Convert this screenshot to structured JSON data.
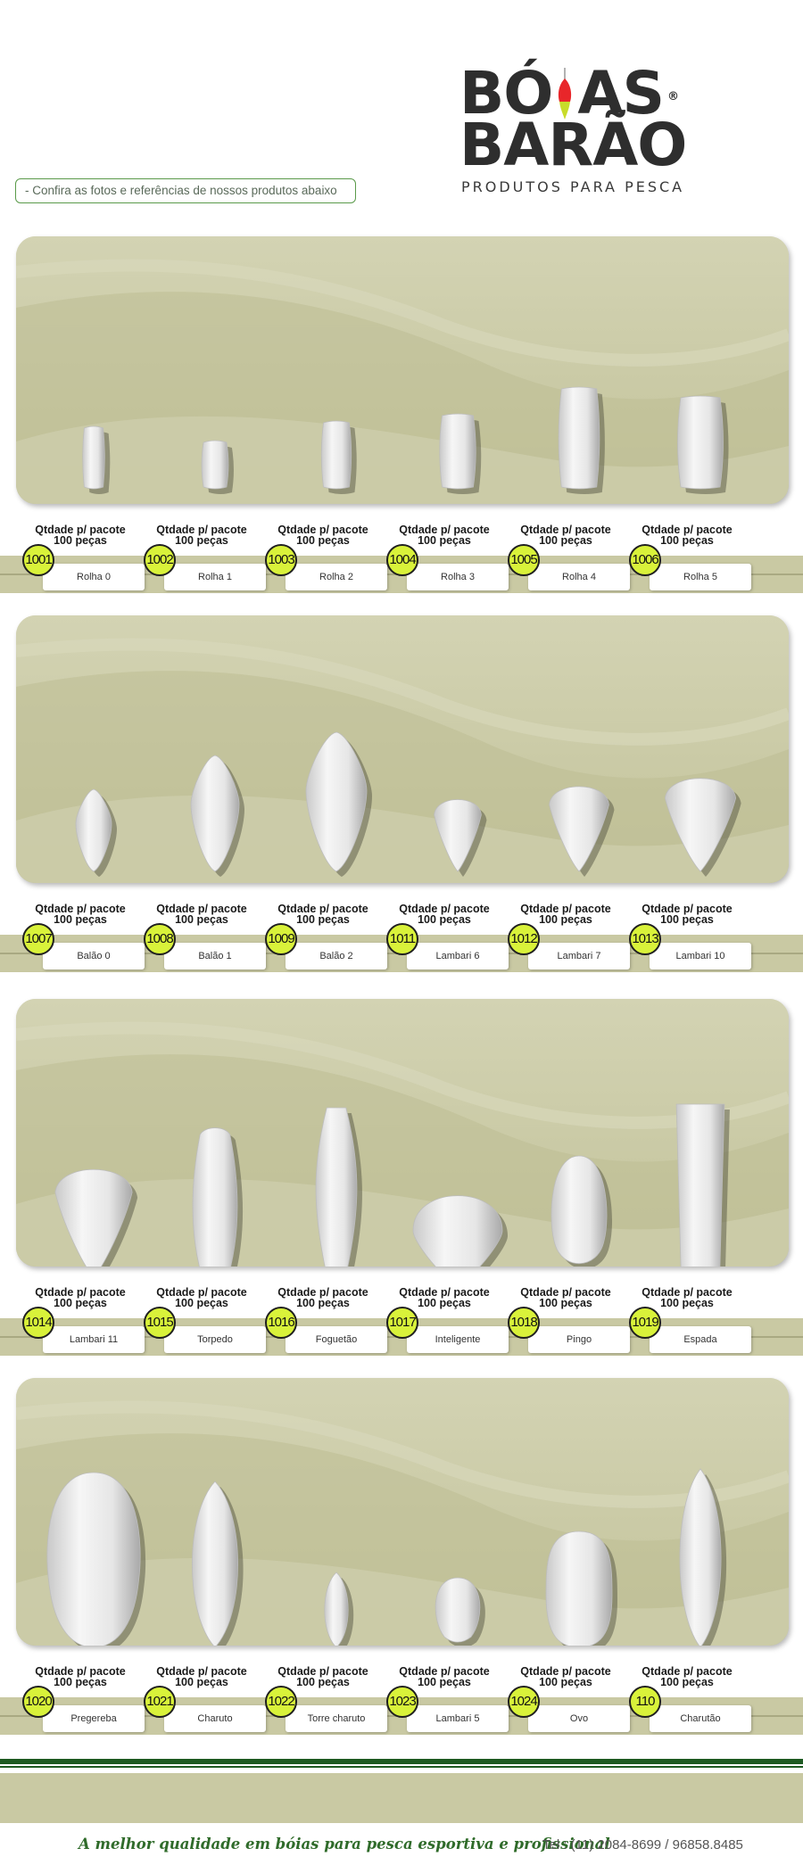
{
  "brand": {
    "line1_left": "BÓ",
    "line1_right": "AS",
    "line2": "BARÃO",
    "registered": "®",
    "tagline": "PRODUTOS PARA PESCA",
    "colors": {
      "text": "#2e2e2e",
      "float_red": "#e8262a",
      "float_yellow": "#c8dc2a"
    }
  },
  "intro_text": "- Confira as fotos e referências de nossos produtos abaixo",
  "colors": {
    "panel": "#c9c9a3",
    "code_badge": "#d9f23a",
    "footer_green": "#1e5a22"
  },
  "sections": [
    {
      "products": [
        {
          "code": "1001",
          "name": "Rolha 0",
          "qty_line1": "Qtdade p/ pacote",
          "qty_line2": "100 peças",
          "shape": "cylinder",
          "w": 28,
          "h": 74
        },
        {
          "code": "1002",
          "name": "Rolha 1",
          "qty_line1": "Qtdade p/ pacote",
          "qty_line2": "100 peças",
          "shape": "cylinder",
          "w": 34,
          "h": 58
        },
        {
          "code": "1003",
          "name": "Rolha 2",
          "qty_line1": "Qtdade p/ pacote",
          "qty_line2": "100 peças",
          "shape": "cylinder",
          "w": 38,
          "h": 80
        },
        {
          "code": "1004",
          "name": "Rolha 3",
          "qty_line1": "Qtdade p/ pacote",
          "qty_line2": "100 peças",
          "shape": "cylinder",
          "w": 46,
          "h": 88
        },
        {
          "code": "1005",
          "name": "Rolha 4",
          "qty_line1": "Qtdade p/ pacote",
          "qty_line2": "100 peças",
          "shape": "cylinder",
          "w": 52,
          "h": 118
        },
        {
          "code": "1006",
          "name": "Rolha 5",
          "qty_line1": "Qtdade p/ pacote",
          "qty_line2": "100 peças",
          "shape": "cylinder",
          "w": 58,
          "h": 108
        }
      ]
    },
    {
      "products": [
        {
          "code": "1007",
          "name": "Balão 0",
          "qty_line1": "Qtdade p/ pacote",
          "qty_line2": "100 peças",
          "shape": "bicone",
          "w": 40,
          "h": 92
        },
        {
          "code": "1008",
          "name": "Balão 1",
          "qty_line1": "Qtdade p/ pacote",
          "qty_line2": "100 peças",
          "shape": "bicone",
          "w": 54,
          "h": 130
        },
        {
          "code": "1009",
          "name": "Balão 2",
          "qty_line1": "Qtdade p/ pacote",
          "qty_line2": "100 peças",
          "shape": "bicone",
          "w": 68,
          "h": 156
        },
        {
          "code": "1011",
          "name": "Lambari 6",
          "qty_line1": "Qtdade p/ pacote",
          "qty_line2": "100 peças",
          "shape": "cone",
          "w": 60,
          "h": 88
        },
        {
          "code": "1012",
          "name": "Lambari 7",
          "qty_line1": "Qtdade p/ pacote",
          "qty_line2": "100 peças",
          "shape": "cone",
          "w": 76,
          "h": 104
        },
        {
          "code": "1013",
          "name": "Lambari 10",
          "qty_line1": "Qtdade p/ pacote",
          "qty_line2": "100 peças",
          "shape": "cone",
          "w": 90,
          "h": 114
        }
      ]
    },
    {
      "products": [
        {
          "code": "1014",
          "name": "Lambari 11",
          "qty_line1": "Qtdade p/ pacote",
          "qty_line2": "100 peças",
          "shape": "cone",
          "w": 98,
          "h": 132
        },
        {
          "code": "1015",
          "name": "Torpedo",
          "qty_line1": "Qtdade p/ pacote",
          "qty_line2": "100 peças",
          "shape": "torpedo",
          "w": 56,
          "h": 170
        },
        {
          "code": "1016",
          "name": "Foguetão",
          "qty_line1": "Qtdade p/ pacote",
          "qty_line2": "100 peças",
          "shape": "rocket",
          "w": 54,
          "h": 192
        },
        {
          "code": "1017",
          "name": "Inteligente",
          "qty_line1": "Qtdade p/ pacote",
          "qty_line2": "100 peças",
          "shape": "dome",
          "w": 100,
          "h": 116
        },
        {
          "code": "1018",
          "name": "Pingo",
          "qty_line1": "Qtdade p/ pacote",
          "qty_line2": "100 peças",
          "shape": "drop",
          "w": 70,
          "h": 136
        },
        {
          "code": "1019",
          "name": "Espada",
          "qty_line1": "Qtdade p/ pacote",
          "qty_line2": "100 peças",
          "shape": "stick",
          "w": 64,
          "h": 198
        }
      ]
    },
    {
      "products": [
        {
          "code": "1020",
          "name": "Pregereba",
          "qty_line1": "Qtdade p/ pacote",
          "qty_line2": "100 peças",
          "shape": "pear",
          "w": 112,
          "h": 196
        },
        {
          "code": "1021",
          "name": "Charuto",
          "qty_line1": "Qtdade p/ pacote",
          "qty_line2": "100 peças",
          "shape": "cigar",
          "w": 62,
          "h": 186
        },
        {
          "code": "1022",
          "name": "Torre charuto",
          "qty_line1": "Qtdade p/ pacote",
          "qty_line2": "100 peças",
          "shape": "cigar",
          "w": 32,
          "h": 84
        },
        {
          "code": "1023",
          "name": "Lambari 5",
          "qty_line1": "Qtdade p/ pacote",
          "qty_line2": "100 peças",
          "shape": "egg",
          "w": 60,
          "h": 78
        },
        {
          "code": "1024",
          "name": "Ovo",
          "qty_line1": "Qtdade p/ pacote",
          "qty_line2": "100 peças",
          "shape": "capsule",
          "w": 74,
          "h": 130
        },
        {
          "code": "110",
          "name": "Charutão",
          "qty_line1": "Qtdade p/ pacote",
          "qty_line2": "100 peças",
          "shape": "cigar",
          "w": 56,
          "h": 200
        }
      ]
    }
  ],
  "footer": {
    "slogan": "A melhor qualidade em bóias para pesca esportiva e profissional",
    "phone": "Tel : (11) 2084-8699 / 96858.8485"
  }
}
